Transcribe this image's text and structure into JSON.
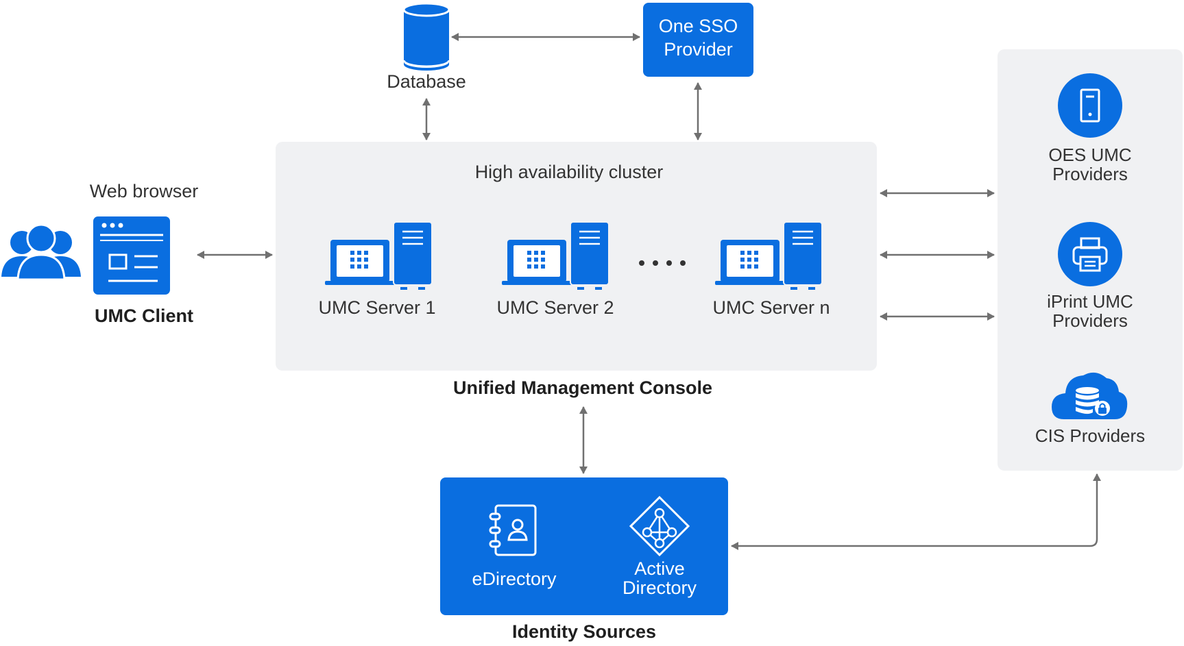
{
  "nodes": {
    "database": {
      "label": "Database",
      "icon": "database-icon"
    },
    "sso": {
      "label_line1": "One SSO",
      "label_line2": "Provider"
    },
    "cluster": {
      "title": "High availability cluster"
    },
    "servers": [
      {
        "label": "UMC Server 1",
        "icon": "server-workstation-icon"
      },
      {
        "label": "UMC Server 2",
        "icon": "server-workstation-icon"
      },
      {
        "label": "UMC Server n",
        "icon": "server-workstation-icon"
      }
    ],
    "umc_console": {
      "label": "Unified Management Console"
    },
    "client": {
      "caption": "Web browser",
      "label": "UMC Client",
      "icons": [
        "users-icon",
        "browser-window-icon"
      ]
    },
    "providers": [
      {
        "line1": "OES UMC",
        "line2": "Providers",
        "icon": "server-tower-icon"
      },
      {
        "line1": "iPrint UMC",
        "line2": "Providers",
        "icon": "printer-icon"
      },
      {
        "line1": "CIS Providers",
        "line2": "",
        "icon": "cloud-database-lock-icon"
      }
    ],
    "identity": {
      "label": "Identity Sources",
      "items": [
        {
          "line1": "eDirectory",
          "line2": "",
          "icon": "address-book-icon"
        },
        {
          "line1": "Active",
          "line2": "Directory",
          "icon": "active-directory-icon"
        }
      ]
    }
  },
  "colors": {
    "accent": "#0a6ee0",
    "panel": "#f0f1f3",
    "arrow": "#707070"
  },
  "connectors": [
    {
      "from": "database",
      "to": "sso",
      "bidirectional": true
    },
    {
      "from": "database",
      "to": "cluster",
      "bidirectional": true
    },
    {
      "from": "sso",
      "to": "cluster",
      "bidirectional": true
    },
    {
      "from": "client",
      "to": "cluster",
      "bidirectional": true
    },
    {
      "from": "cluster",
      "to": "providers",
      "bidirectional": true,
      "count": 3
    },
    {
      "from": "umc_console",
      "to": "identity",
      "bidirectional": true
    },
    {
      "from": "identity",
      "to": "providers",
      "bidirectional": true
    }
  ]
}
